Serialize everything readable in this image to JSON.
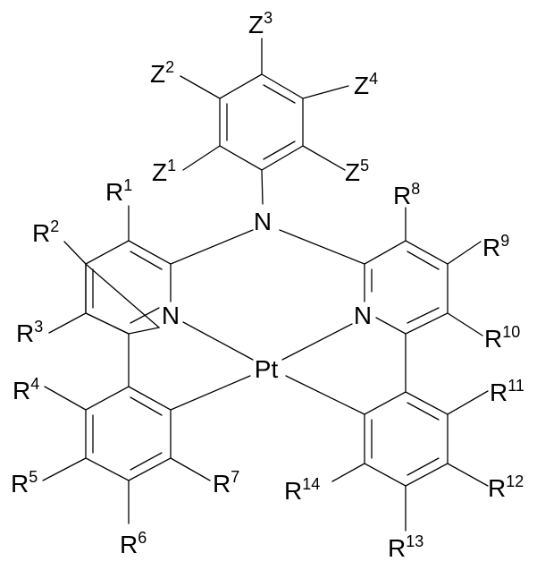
{
  "atoms": {
    "amine_n": "N",
    "left_pyridine_n": "N",
    "right_pyridine_n": "N",
    "metal": "Pt"
  },
  "substituents": {
    "Z1": {
      "base": "Z",
      "sup": "1"
    },
    "Z2": {
      "base": "Z",
      "sup": "2"
    },
    "Z3": {
      "base": "Z",
      "sup": "3"
    },
    "Z4": {
      "base": "Z",
      "sup": "4"
    },
    "Z5": {
      "base": "Z",
      "sup": "5"
    },
    "R1": {
      "base": "R",
      "sup": "1"
    },
    "R2": {
      "base": "R",
      "sup": "2"
    },
    "R3": {
      "base": "R",
      "sup": "3"
    },
    "R4": {
      "base": "R",
      "sup": "4"
    },
    "R5": {
      "base": "R",
      "sup": "5"
    },
    "R6": {
      "base": "R",
      "sup": "6"
    },
    "R7": {
      "base": "R",
      "sup": "7"
    },
    "R8": {
      "base": "R",
      "sup": "8"
    },
    "R9": {
      "base": "R",
      "sup": "9"
    },
    "R10": {
      "base": "R",
      "sup": "10"
    },
    "R11": {
      "base": "R",
      "sup": "11"
    },
    "R12": {
      "base": "R",
      "sup": "12"
    },
    "R13": {
      "base": "R",
      "sup": "13"
    },
    "R14": {
      "base": "R",
      "sup": "14"
    }
  }
}
